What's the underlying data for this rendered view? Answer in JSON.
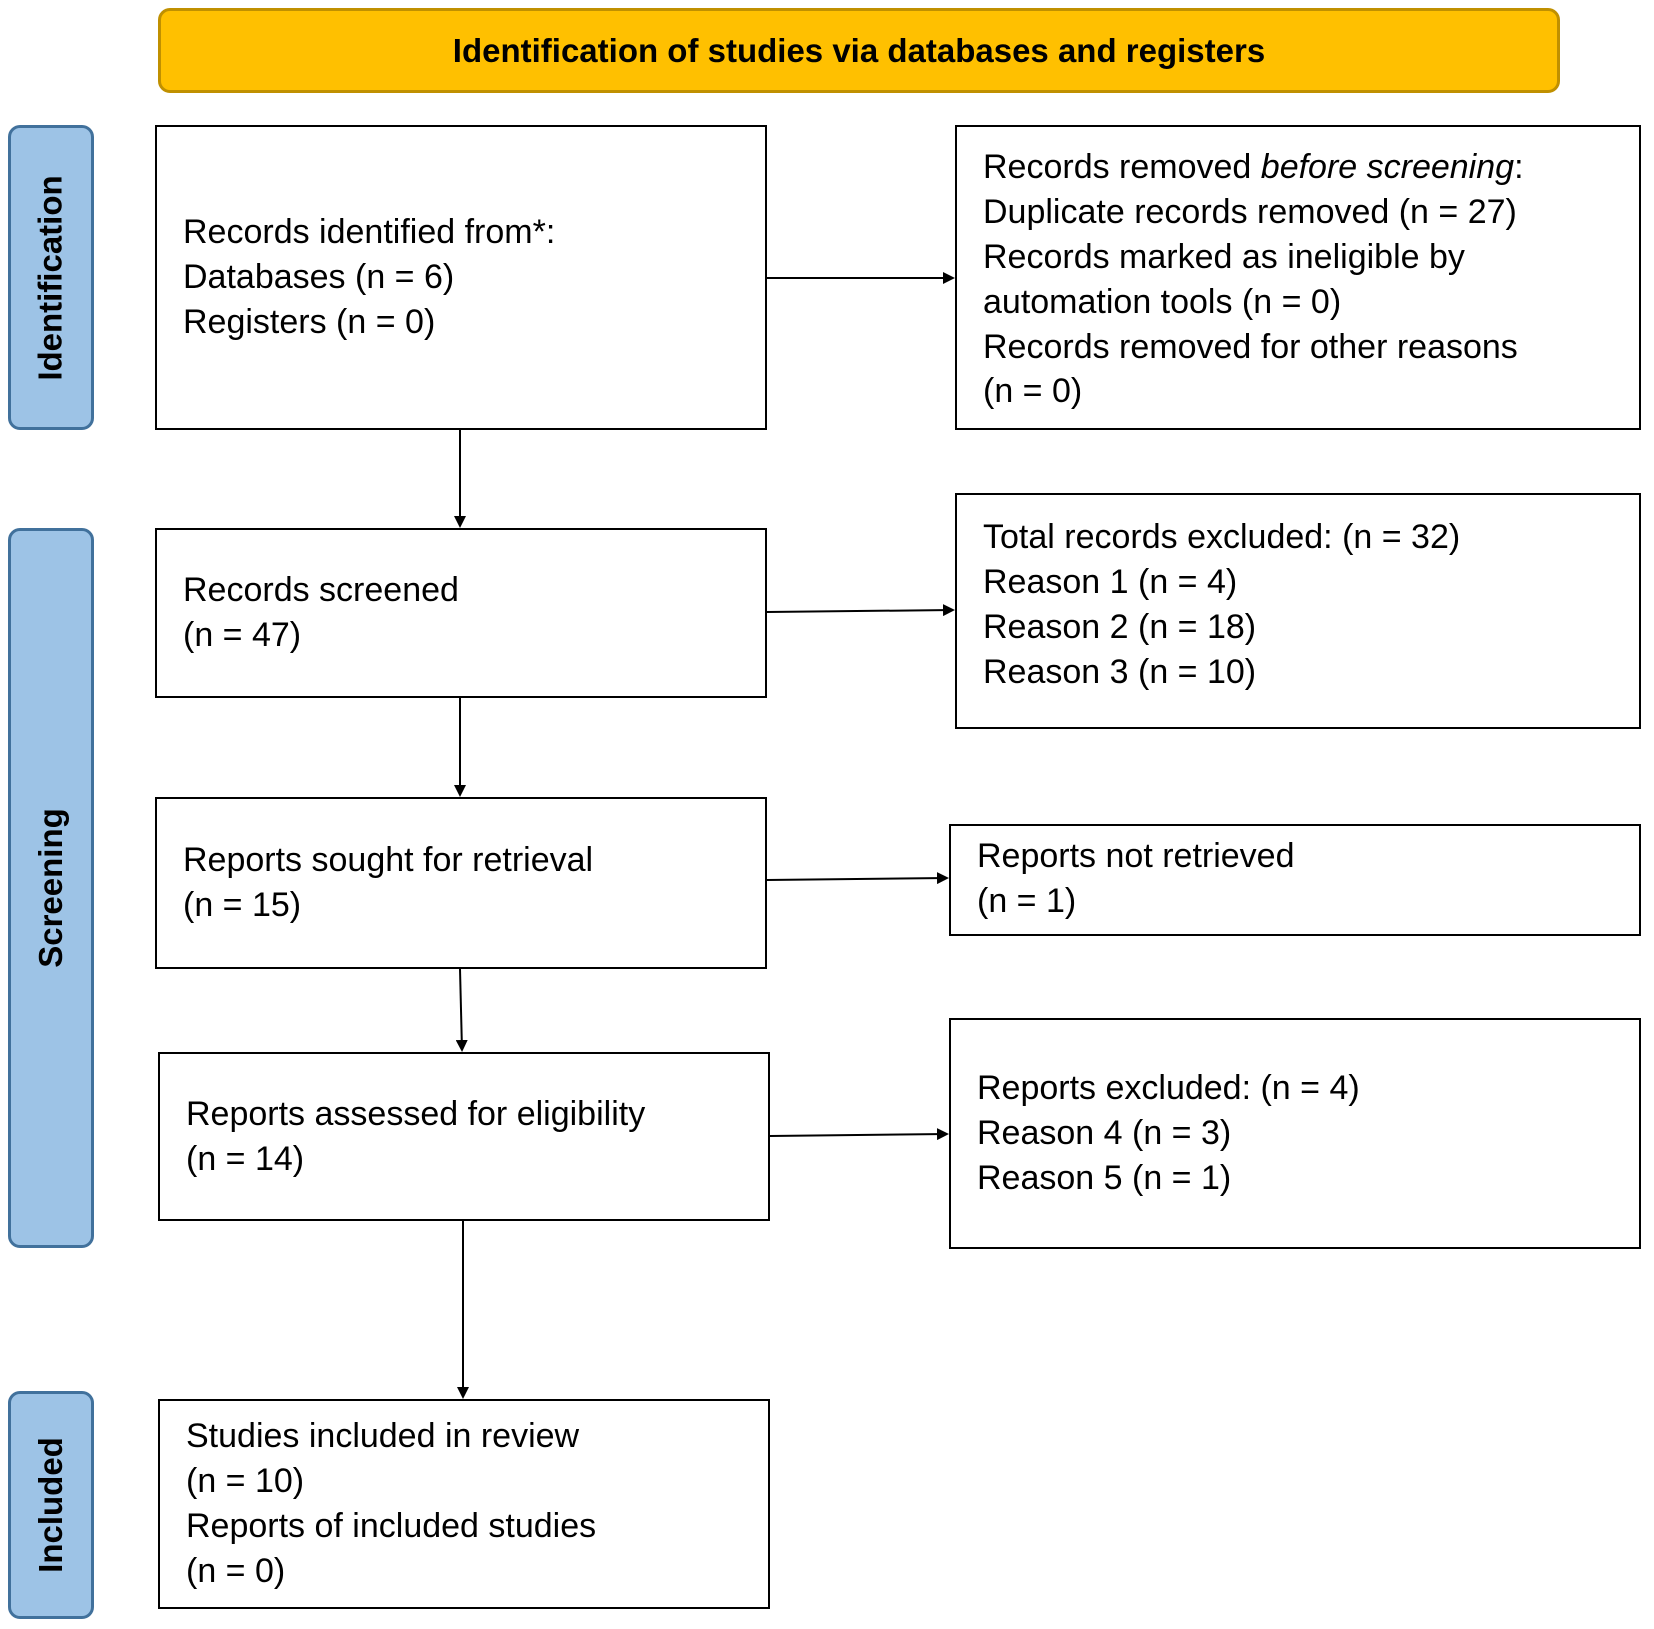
{
  "header": {
    "title": "Identification of studies via databases and registers"
  },
  "phases": {
    "identification": "Identification",
    "screening": "Screening",
    "included": "Included"
  },
  "boxes": {
    "records_identified": {
      "lines": [
        "Records identified from*:",
        "Databases (n = 6)",
        "Registers (n = 0)"
      ]
    },
    "records_removed": {
      "line1_prefix": "Records removed ",
      "line1_italic": "before screening",
      "line1_suffix": ":",
      "lines": [
        "Duplicate records removed (n = 27)",
        "Records marked as ineligible by",
        "automation tools (n = 0)",
        "Records removed for other reasons",
        "(n = 0)"
      ]
    },
    "records_screened": {
      "lines": [
        "Records screened",
        "(n = 47)"
      ]
    },
    "records_excluded": {
      "lines": [
        "Total records excluded: (n = 32)",
        "Reason 1 (n = 4)",
        "Reason 2 (n = 18)",
        "Reason 3 (n = 10)"
      ]
    },
    "reports_sought": {
      "lines": [
        "Reports sought for retrieval",
        "(n = 15)"
      ]
    },
    "reports_not_retrieved": {
      "lines": [
        "Reports not retrieved",
        "(n = 1)"
      ]
    },
    "reports_assessed": {
      "lines": [
        "Reports assessed for eligibility",
        "(n = 14)"
      ]
    },
    "reports_excluded": {
      "lines": [
        "Reports excluded: (n = 4)",
        "Reason 4 (n = 3)",
        "Reason 5 (n = 1)"
      ]
    },
    "studies_included": {
      "lines": [
        "Studies included in review",
        "(n = 10)",
        "Reports of included studies",
        "(n = 0)"
      ]
    }
  }
}
